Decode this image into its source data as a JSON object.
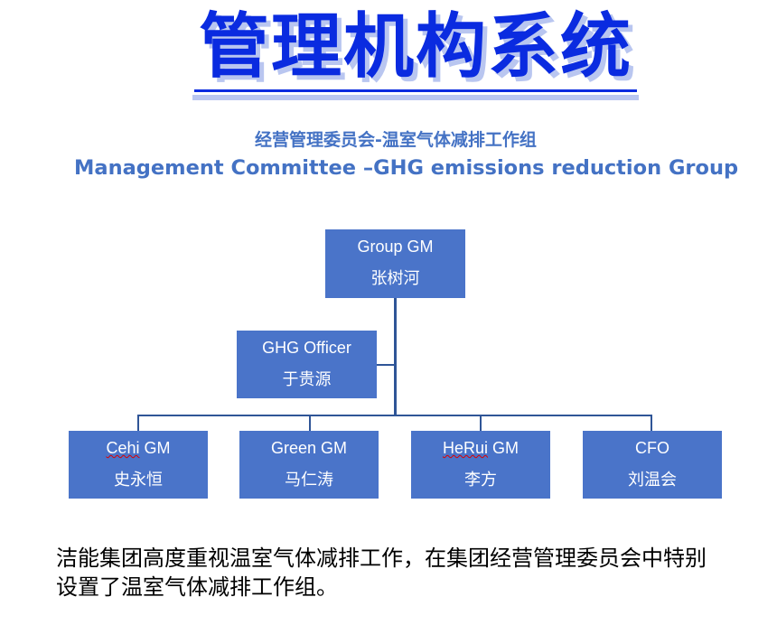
{
  "title": "管理机构系统",
  "subtitle_cn": "经营管理委员会-温室气体减排工作组",
  "subtitle_en": "Management Committee –GHG emissions reduction Group",
  "org": {
    "top": {
      "role": "Group GM",
      "name": "张树河"
    },
    "officer": {
      "role": "GHG Officer",
      "name": "于贵源"
    },
    "members": [
      {
        "role_a": "Cehi",
        "role_b": " GM",
        "name": "史永恒"
      },
      {
        "role_a": "Green GM",
        "role_b": "",
        "name": "马仁涛"
      },
      {
        "role_a": "HeRui",
        "role_b": " GM",
        "name": "李方"
      },
      {
        "role_a": "CFO",
        "role_b": "",
        "name": "刘温会"
      }
    ]
  },
  "bottom_text": "洁能集团高度重视温室气体减排工作，在集团经营管理委员会中特别设置了温室气体减排工作组。"
}
